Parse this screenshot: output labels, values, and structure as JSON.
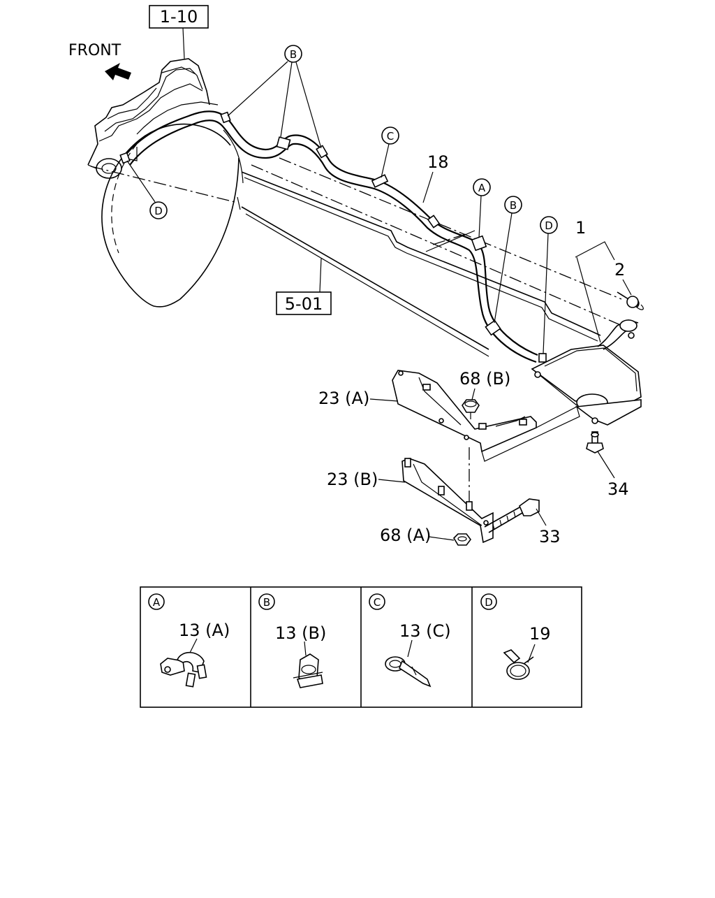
{
  "direction_label": "FRONT",
  "ref_boxes": {
    "top": "1-10",
    "frame": "5-01"
  },
  "callouts": {
    "p1": "1",
    "p2": "2",
    "p18": "18",
    "p23a": "23 (A)",
    "p23b": "23 (B)",
    "p33": "33",
    "p34": "34",
    "p68a": "68 (A)",
    "p68b": "68 (B)"
  },
  "clip_letters": {
    "a": "A",
    "b": "B",
    "c": "C",
    "d": "D"
  },
  "detail_panels": [
    {
      "letter": "A",
      "part": "13 (A)"
    },
    {
      "letter": "B",
      "part": "13 (B)"
    },
    {
      "letter": "C",
      "part": "13 (C)"
    },
    {
      "letter": "D",
      "part": "19"
    }
  ],
  "icons": [
    "front-arrow-icon",
    "clip-icon",
    "hose-clamp-icon",
    "bolt-icon",
    "nut-icon"
  ],
  "colors": {
    "line": "#000000",
    "background": "#ffffff"
  }
}
